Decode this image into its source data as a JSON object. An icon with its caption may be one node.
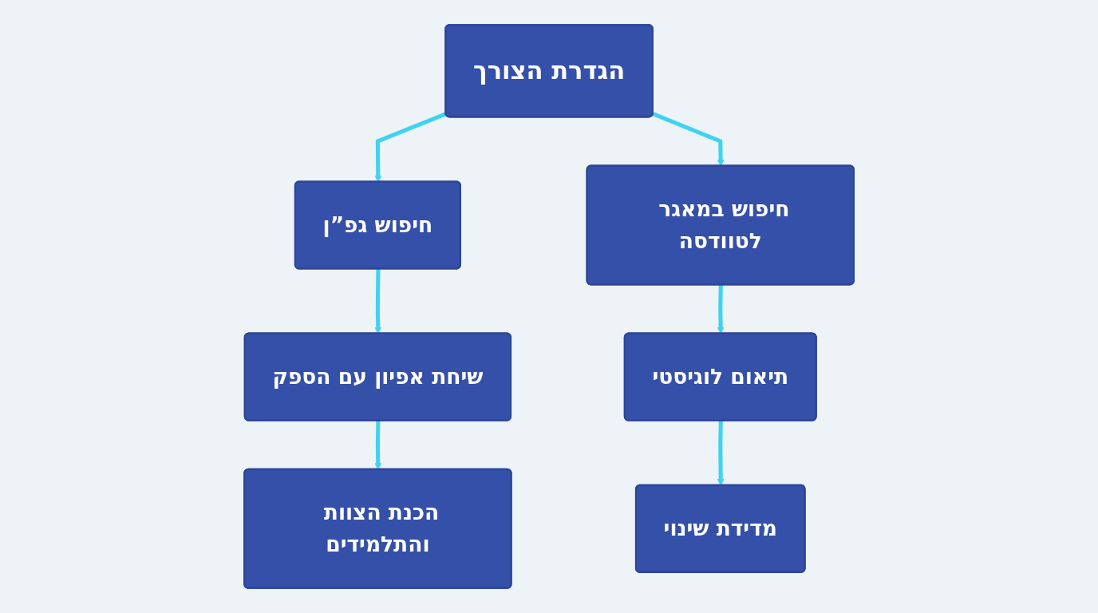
{
  "diagram": {
    "nodes": [
      {
        "text": [
          "הגדרת הצורך"
        ]
      },
      {
        "text": [
          "חיפוש במאגר לטוודסה"
        ]
      },
      {
        "text": [
          "חיפוש גפ”ן"
        ]
      },
      {
        "text": [
          "תיאום לוגיסטי"
        ]
      },
      {
        "text": [
          "שיחת אפיון עם הספק"
        ]
      },
      {
        "text": [
          "מדידת שינוי"
        ]
      },
      {
        "text": [
          "הכנת הצוות והתלמידים"
        ]
      }
    ],
    "edges": [
      {
        "from": 0,
        "to": 2,
        "arrow": "to"
      },
      {
        "from": 2,
        "to": 4,
        "arrow": "to"
      },
      {
        "from": 4,
        "to": 6,
        "arrow": "to"
      },
      {
        "from": 0,
        "to": 1,
        "arrow": "to"
      },
      {
        "from": 1,
        "to": 3,
        "arrow": "to"
      },
      {
        "from": 3,
        "to": 5,
        "arrow": "to"
      }
    ]
  }
}
